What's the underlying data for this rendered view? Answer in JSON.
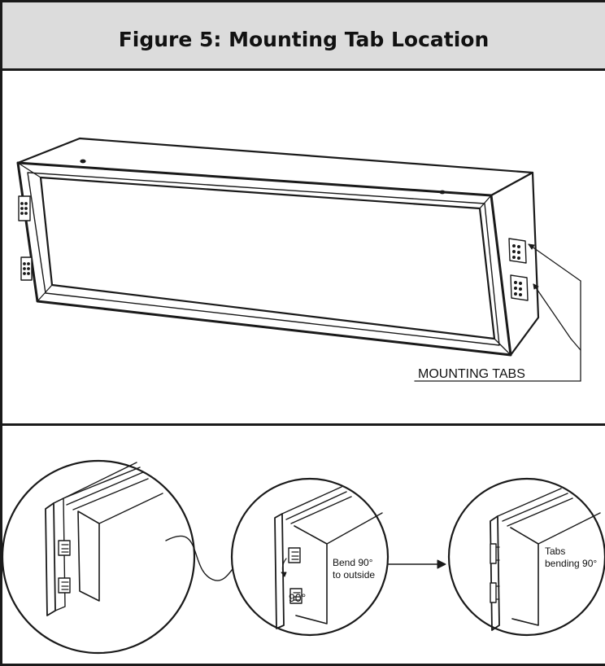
{
  "figure": {
    "title": "Figure 5: Mounting Tab Location"
  },
  "main_view": {
    "callout_label": "MOUNTING TABS"
  },
  "detail_views": {
    "step2_bend_text_line1": "Bend 90°",
    "step2_bend_text_line2": "to outside",
    "step2_angle_label": "90°",
    "step3_text_line1": "Tabs",
    "step3_text_line2": "bending 90°"
  },
  "colors": {
    "header_bg": "#dcdcdc",
    "line": "#1a1a1a"
  }
}
